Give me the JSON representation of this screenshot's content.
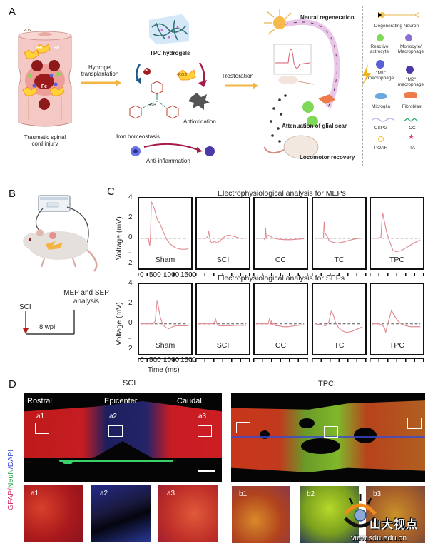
{
  "panels": {
    "A": {
      "letter": "A",
      "injury_label_line1": "Traumatic spinal",
      "injury_label_line2": "cord  injury",
      "injury_markers": [
        "ROS",
        "ROS",
        "Fe",
        "Fe",
        "ROS",
        "ROS",
        "Fe"
      ],
      "hydrogel_step_line1": "Hydrogel",
      "hydrogel_step_line2": "transplantation",
      "hydrogel_name": "TPC hydrogels",
      "fe_marker": "Fe",
      "ros_marker": "ROS",
      "iron_homeostasis": "Iron homeostasis",
      "antioxidation": "Antioxidation",
      "anti_inflammation": "Anti-inflammation",
      "fe_center": "Fe3+",
      "chem_groups": [
        "R",
        "HO",
        "R",
        "R",
        "OH",
        "HO"
      ],
      "restoration": "Restoration",
      "neural_regeneration": "Neural regeneration",
      "glial_scar": "Attenuation of glial scar",
      "locomotor": "Locomotor recovery",
      "legend": [
        {
          "name": "Degenerating Neuron",
          "color": "#f2c45a"
        },
        {
          "name": "Reactive astrocyte",
          "color": "#7ed957"
        },
        {
          "name": "Monocyte/ Macrophage",
          "color": "#8a6fd1"
        },
        {
          "name": "\"M1\" macrophage",
          "color": "#5a5fd6"
        },
        {
          "name": "\"M2\" macrophage",
          "color": "#4a3aa8"
        },
        {
          "name": "Microglia",
          "color": "#6aa8e0"
        },
        {
          "name": "Fibroblast",
          "color": "#f07b4a"
        },
        {
          "name": "CSPG",
          "color": "#c9b8e8"
        },
        {
          "name": "CC",
          "color": "#2aa56a"
        },
        {
          "name": "POAR",
          "color": "#f0c040"
        },
        {
          "name": "TA",
          "color": "#e0457b"
        }
      ]
    },
    "B": {
      "letter": "B",
      "sci": "SCI",
      "analysis_line1": "MEP and SEP",
      "analysis_line2": "analysis",
      "timepoint": "8 wpi"
    },
    "C": {
      "letter": "C"
    },
    "D": {
      "letter": "D",
      "stain_parts": [
        {
          "text": "GFAP",
          "color": "#d6336c"
        },
        {
          "text": "/",
          "color": "#d6336c"
        },
        {
          "text": "NeuN",
          "color": "#2fa84f"
        },
        {
          "text": "/DAPI",
          "color": "#3b4bd1"
        }
      ],
      "sci_title": "SCI",
      "tpc_title": "TPC",
      "regions": [
        "Rostral",
        "Epicenter",
        "Caudal"
      ],
      "sci_roi_labels": [
        "a1",
        "a2",
        "a3"
      ],
      "tpc_roi_labels": [
        "b1",
        "b2",
        "b3"
      ]
    }
  },
  "watermark": {
    "name": "山大视点",
    "url": "view.sdu.edu.cn"
  },
  "chart_data": [
    {
      "type": "line",
      "title": "Electrophysiological analysis for MEPs",
      "xlabel": "Time (ms)",
      "ylabel": "Voltage (mV)",
      "xlim": [
        0,
        1500
      ],
      "ylim": [
        -3,
        4
      ],
      "x_ticks": [
        "0",
        "500",
        "1000",
        "1500"
      ],
      "y_ticks": [
        "4",
        "2",
        "0",
        "-",
        "2"
      ],
      "baseline": 0,
      "series": [
        {
          "name": "Sham",
          "x": [
            0,
            250,
            290,
            310,
            340,
            400,
            450,
            500,
            550,
            600,
            700,
            800,
            900,
            1000,
            1100,
            1200,
            1300,
            1400,
            1500
          ],
          "values": [
            0,
            0,
            -0.8,
            0,
            3.8,
            3.4,
            2.9,
            2.2,
            1.8,
            1.6,
            0.8,
            0,
            -0.5,
            -0.8,
            -1.0,
            -1.1,
            -1.15,
            -1.15,
            -1.1
          ]
        },
        {
          "name": "SCI",
          "x": [
            0,
            250,
            300,
            320,
            360,
            400,
            450,
            500,
            600,
            700,
            800,
            900,
            1000,
            1100,
            1200,
            1300,
            1400,
            1500
          ],
          "values": [
            0,
            0,
            0.2,
            0.8,
            0.1,
            -0.4,
            -0.5,
            -0.3,
            -0.5,
            -0.2,
            0.1,
            0.3,
            0.3,
            0.2,
            0.1,
            0,
            0,
            0
          ]
        },
        {
          "name": "CC",
          "x": [
            0,
            250,
            280,
            300,
            320,
            380,
            450,
            550,
            700,
            900,
            1100,
            1300,
            1500
          ],
          "values": [
            0,
            0,
            -0.2,
            1.1,
            0.1,
            0.3,
            0.2,
            0,
            -0.1,
            -0.15,
            -0.15,
            -0.1,
            -0.05
          ]
        },
        {
          "name": "TC",
          "x": [
            0,
            250,
            280,
            300,
            330,
            380,
            450,
            550,
            700,
            900,
            1100,
            1300,
            1500
          ],
          "values": [
            0,
            0,
            0,
            1.7,
            0.5,
            0.3,
            -0.2,
            -0.4,
            -0.5,
            -0.4,
            -0.2,
            -0.05,
            0
          ]
        },
        {
          "name": "TPC",
          "x": [
            0,
            200,
            270,
            300,
            330,
            370,
            450,
            550,
            650,
            750,
            900,
            1100,
            1300,
            1500
          ],
          "values": [
            0,
            0,
            0.1,
            1.8,
            2.6,
            1.9,
            0.6,
            -0.4,
            -1.3,
            -1.4,
            -1.3,
            -0.9,
            -0.5,
            -0.2
          ]
        }
      ]
    },
    {
      "type": "line",
      "title": "Electrophysiological analysis for SEPs",
      "xlabel": "Time (ms)",
      "ylabel": "Voltage (mV)",
      "xlim": [
        0,
        1500
      ],
      "ylim": [
        -3,
        4
      ],
      "x_ticks": [
        "0",
        "500",
        "1000",
        "1500"
      ],
      "y_ticks": [
        "4",
        "2",
        "0",
        "-",
        "2"
      ],
      "baseline": 0,
      "series": [
        {
          "name": "Sham",
          "x": [
            0,
            400,
            460,
            520,
            560,
            620,
            700,
            800,
            900,
            1000,
            1100,
            1300,
            1500
          ],
          "values": [
            0,
            0,
            0.3,
            2.4,
            1.8,
            0.7,
            -0.1,
            -0.4,
            -0.5,
            -0.3,
            -0.2,
            -0.2,
            -0.2
          ]
        },
        {
          "name": "SCI",
          "x": [
            0,
            450,
            500,
            540,
            580,
            650,
            800,
            1000,
            1200,
            1500
          ],
          "values": [
            0,
            0,
            0.1,
            0.5,
            0,
            -0.2,
            -0.2,
            -0.2,
            -0.15,
            -0.15
          ]
        },
        {
          "name": "CC",
          "x": [
            0,
            380,
            420,
            460,
            490,
            520,
            560,
            600,
            700,
            850,
            1000,
            1200,
            1500
          ],
          "values": [
            0,
            0,
            0.5,
            0,
            0.4,
            -0.1,
            0.1,
            -0.2,
            -0.2,
            -0.3,
            -0.3,
            -0.2,
            -0.1
          ]
        },
        {
          "name": "TC",
          "x": [
            0,
            200,
            350,
            450,
            520,
            580,
            650,
            750,
            850,
            1000,
            1150,
            1300,
            1500
          ],
          "values": [
            0,
            -0.1,
            -0.2,
            0.2,
            1.3,
            1.0,
            0.2,
            -0.4,
            -0.7,
            -0.9,
            -0.8,
            -0.6,
            -0.3
          ]
        },
        {
          "name": "TPC",
          "x": [
            0,
            200,
            300,
            380,
            420,
            470,
            520,
            600,
            680,
            780,
            900,
            1050,
            1200,
            1350,
            1500
          ],
          "values": [
            0,
            0,
            -0.1,
            -0.4,
            -0.9,
            -0.2,
            0.4,
            1.4,
            0.9,
            0.4,
            0,
            -0.2,
            -0.3,
            -0.3,
            -0.3
          ]
        }
      ]
    }
  ]
}
